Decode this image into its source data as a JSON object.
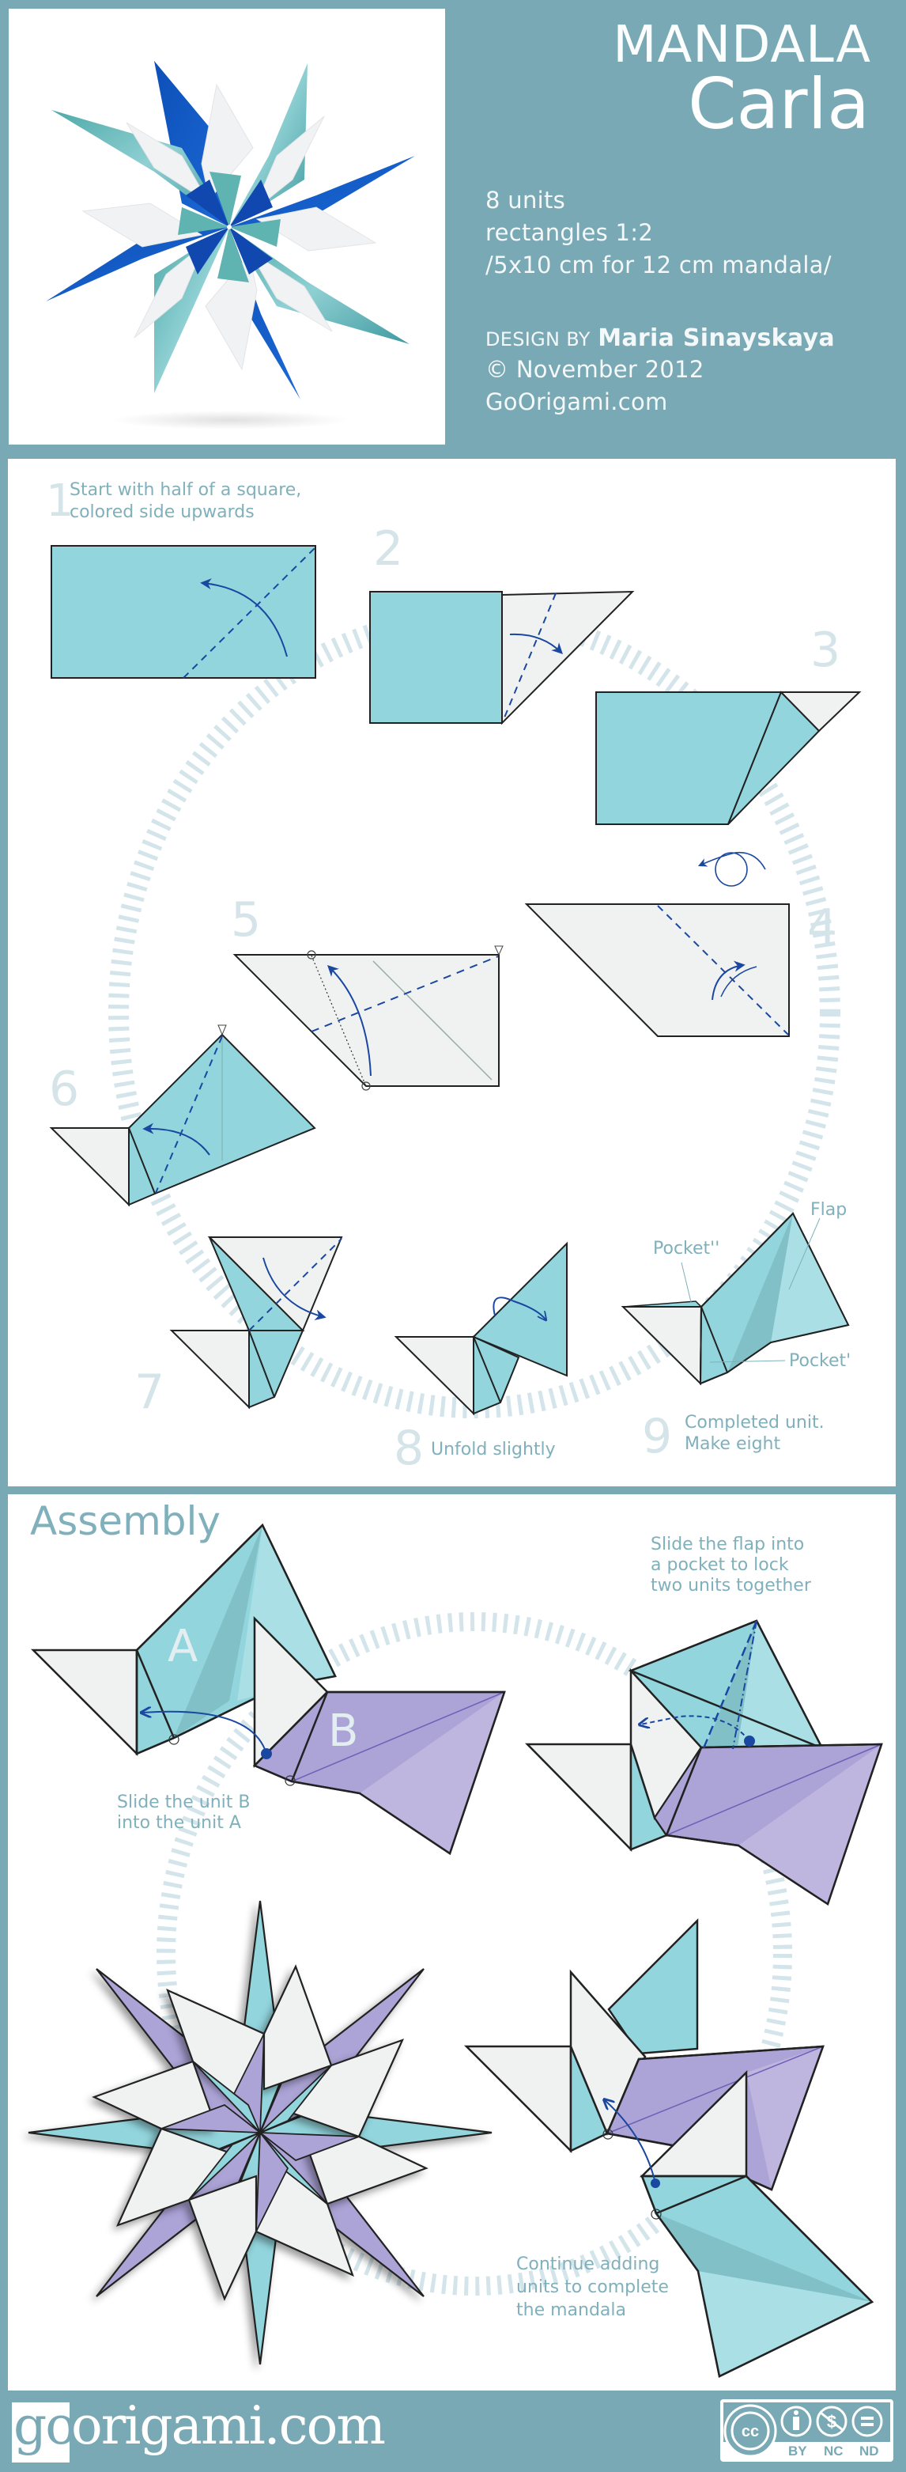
{
  "header": {
    "title_top": "MANDALA",
    "title_main": "Carla",
    "specs": [
      "8 units",
      "rectangles 1:2",
      "/5x10 cm for 12 cm mandala/"
    ],
    "design_by_label": "DESIGN BY",
    "designer": "Maria Sinayskaya",
    "copyright": "© November 2012",
    "website": "GoOrigami.com"
  },
  "photo": {
    "alt": "Folded Mandala Carla origami in blue, teal and white"
  },
  "colors": {
    "frame": "#79a9b5",
    "paper_teal": "#92d5dd",
    "paper_white": "#f0f2f2",
    "paper_purple": "#aca3d6",
    "arrow_blue": "#1a47a0",
    "ring": "#d3e4ea",
    "text_muted": "#7fb0bb",
    "step_number": "#d5e4e9"
  },
  "steps": [
    {
      "number": "1",
      "text_lines": [
        "Start with half of a square,",
        "colored side upwards"
      ]
    },
    {
      "number": "2",
      "text_lines": []
    },
    {
      "number": "3",
      "text_lines": []
    },
    {
      "number": "4",
      "text_lines": []
    },
    {
      "number": "5",
      "text_lines": []
    },
    {
      "number": "6",
      "text_lines": []
    },
    {
      "number": "7",
      "text_lines": []
    },
    {
      "number": "8",
      "text_lines": [
        "Unfold slightly"
      ]
    },
    {
      "number": "9",
      "text_lines": [
        "Completed unit.",
        "Make eight"
      ]
    }
  ],
  "step9_labels": {
    "flap": "Flap",
    "pocket_double": "Pocket''",
    "pocket_single": "Pocket'"
  },
  "assembly": {
    "title": "Assembly",
    "unit_a": "A",
    "unit_b": "B",
    "note_slide_b": [
      "Slide the unit B",
      "into the unit A"
    ],
    "note_lock": [
      "Slide the flap into",
      "a pocket to lock",
      "two units together"
    ],
    "note_continue": [
      "Continue adding",
      "units to complete",
      "the  mandala"
    ]
  },
  "footer": {
    "logo_go": "go",
    "logo_rest": "origami.com",
    "license_badges": [
      "BY",
      "NC",
      "ND"
    ],
    "license_icon": "cc"
  }
}
